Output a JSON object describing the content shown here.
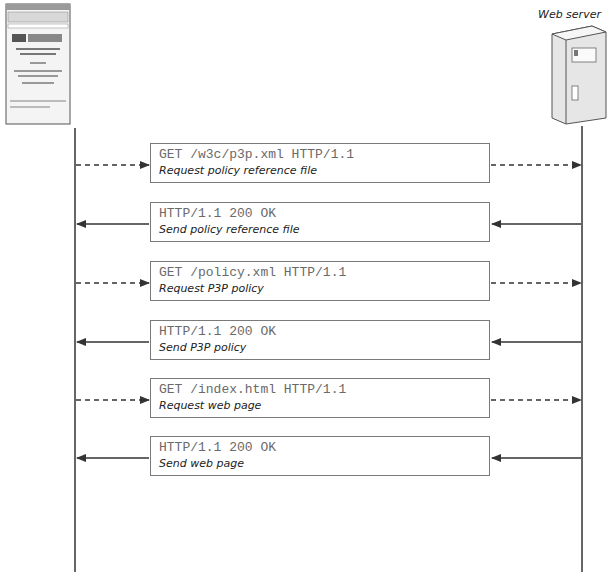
{
  "diagram": {
    "nodes": [
      {
        "text": [
          "Web server"
        ]
      },
      {
        "text": [
          "GET /w3c/p3p.xml HTTP/1.1",
          "Request policy reference file"
        ]
      },
      {
        "text": [
          "HTTP/1.1 200 OK",
          "Send policy reference file"
        ]
      },
      {
        "text": [
          "GET /policy.xml HTTP/1.1",
          "Request P3P policy"
        ]
      },
      {
        "text": [
          "HTTP/1.1 200 OK",
          "Send P3P policy"
        ]
      },
      {
        "text": [
          "GET /index.html HTTP/1.1",
          "Request web page"
        ]
      },
      {
        "text": [
          "HTTP/1.1 200 OK",
          "Send web page"
        ]
      }
    ]
  }
}
